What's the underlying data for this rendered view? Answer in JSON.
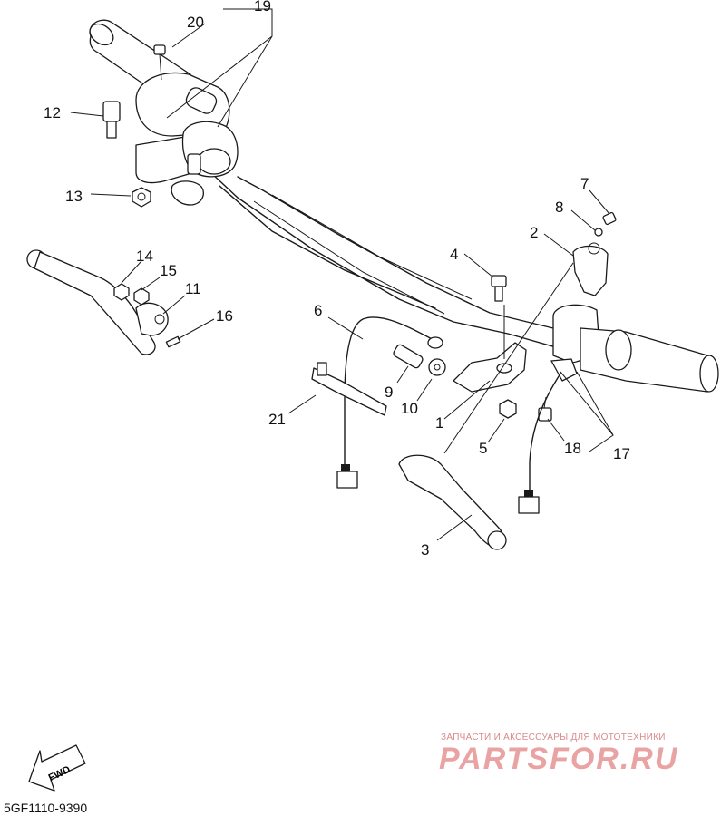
{
  "diagram": {
    "callouts": [
      "1",
      "2",
      "3",
      "4",
      "5",
      "6",
      "7",
      "8",
      "9",
      "10",
      "11",
      "12",
      "13",
      "14",
      "15",
      "16",
      "17",
      "18",
      "19",
      "20",
      "21"
    ],
    "fwd_label": "FWD",
    "catalog_code": "5GF1110-9390"
  },
  "watermark": {
    "tagline": "ЗАПЧАСТИ И АКСЕССУАРЫ ДЛЯ МОТОТЕХНИКИ",
    "brand": "PARTSFOR.RU",
    "color": "#e9a3a3"
  }
}
